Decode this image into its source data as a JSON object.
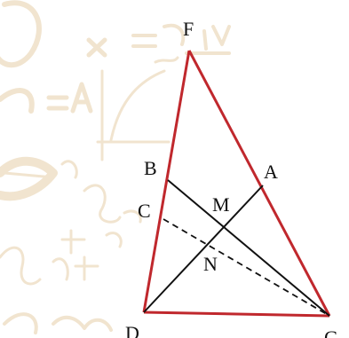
{
  "points": {
    "F": {
      "label": "F"
    },
    "B": {
      "label": "B"
    },
    "A": {
      "label": "A"
    },
    "C": {
      "label": "C"
    },
    "M": {
      "label": "M"
    },
    "N": {
      "label": "N"
    },
    "D": {
      "label": "D"
    },
    "G": {
      "label": "G"
    }
  },
  "colors": {
    "triangle_edge": "#c0282d",
    "line": "#111111",
    "background_doodle": "#f1e4cf"
  }
}
